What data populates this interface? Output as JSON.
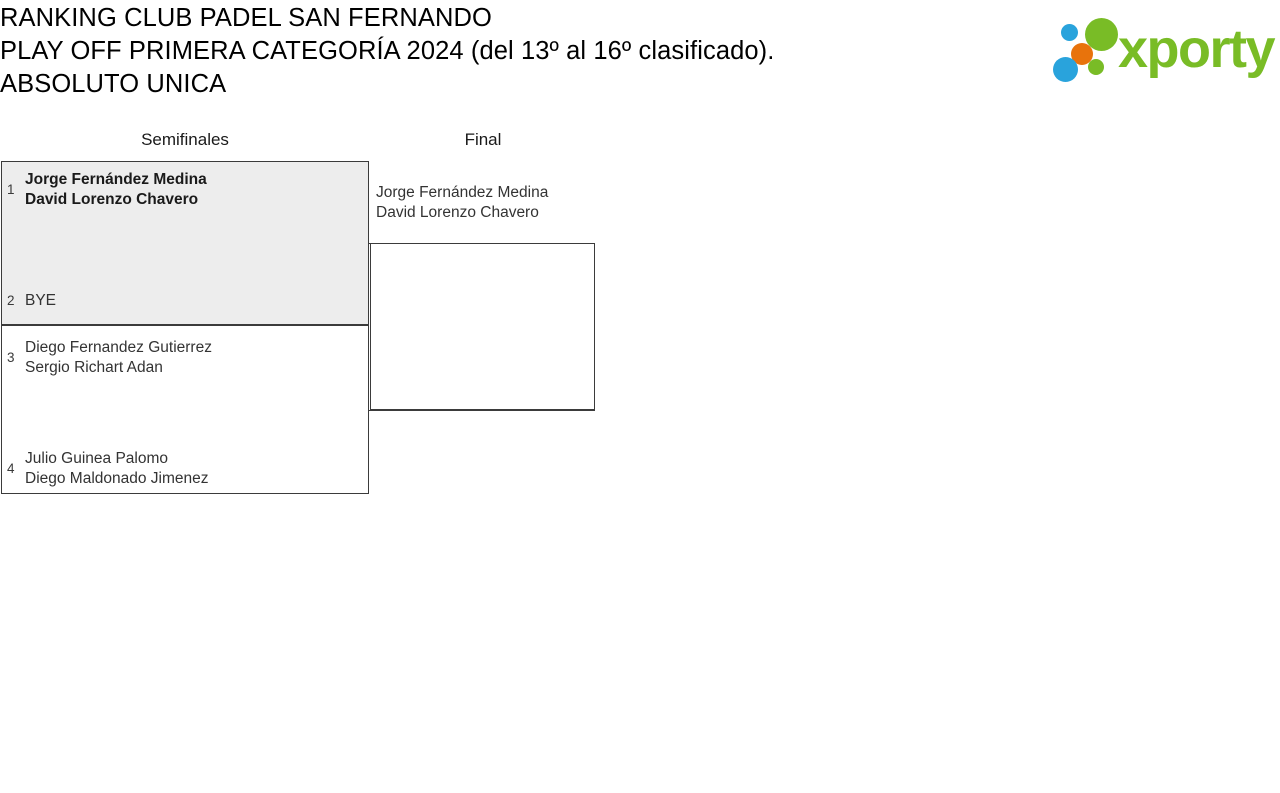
{
  "header": {
    "title_lines": [
      "RANKING CLUB PADEL SAN FERNANDO",
      "PLAY OFF PRIMERA CATEGORÍA 2024 (del 13º al 16º clasificado).",
      "ABSOLUTO UNICA"
    ],
    "logo": {
      "wordmark": "xporty",
      "dot_colors": {
        "blue": "#29a3dc",
        "orange": "#e8730c",
        "green": "#79bc26"
      },
      "wordmark_color": "#79bc26"
    }
  },
  "bracket": {
    "rounds": [
      {
        "label": "Semifinales"
      },
      {
        "label": "Final"
      }
    ],
    "semifinals": [
      {
        "highlighted": true,
        "teams": [
          {
            "seed": "1",
            "winner": true,
            "players": [
              "Jorge Fernández Medina",
              "David Lorenzo Chavero"
            ]
          },
          {
            "seed": "2",
            "winner": false,
            "players": [
              "BYE"
            ]
          }
        ]
      },
      {
        "highlighted": false,
        "teams": [
          {
            "seed": "3",
            "winner": false,
            "players": [
              "Diego Fernandez Gutierrez",
              "Sergio Richart Adan"
            ]
          },
          {
            "seed": "4",
            "winner": false,
            "players": [
              "Julio Guinea Palomo",
              "Diego Maldonado Jimenez"
            ]
          }
        ]
      }
    ],
    "final": {
      "teams": [
        {
          "seed": "",
          "winner": false,
          "players": [
            "Jorge Fernández Medina",
            "David Lorenzo Chavero"
          ]
        },
        {
          "seed": "",
          "winner": false,
          "players": []
        }
      ]
    }
  },
  "colors": {
    "highlight_background": "#ededed",
    "border": "#3b3b3b",
    "text": "#333333",
    "winner_text": "#1a1a1a"
  }
}
